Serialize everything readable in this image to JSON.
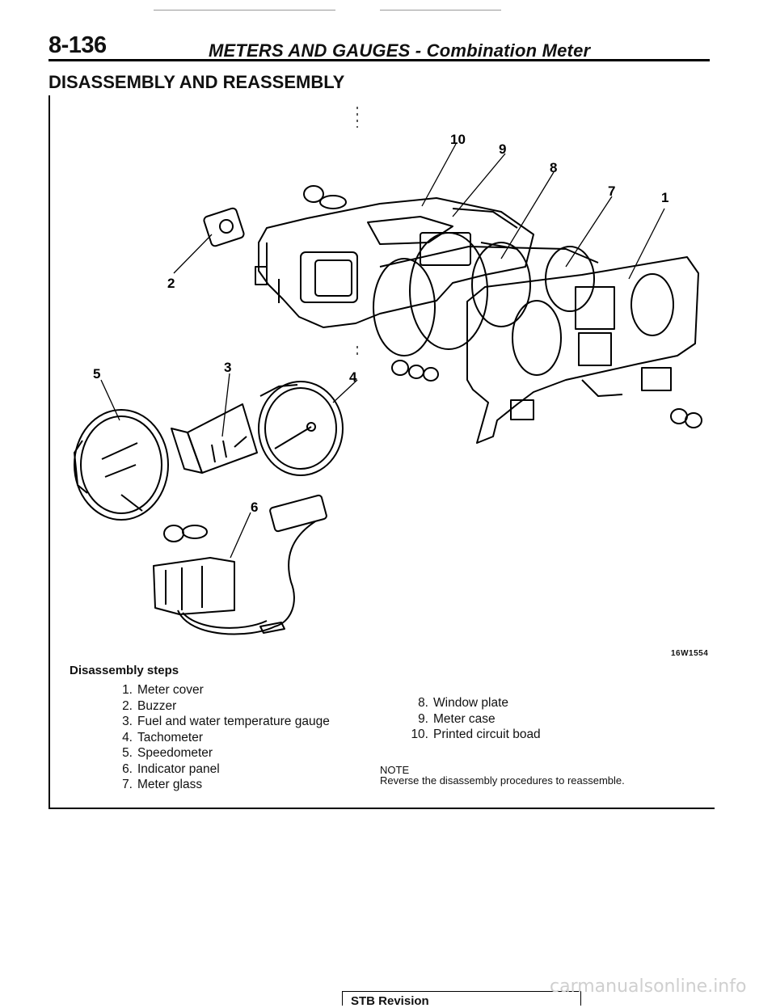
{
  "header": {
    "page_number": "8-136",
    "section_title": "METERS AND GAUGES - Combination Meter"
  },
  "main_heading": "DISASSEMBLY AND REASSEMBLY",
  "figure": {
    "code": "16W1554",
    "callouts": [
      "1",
      "2",
      "3",
      "4",
      "5",
      "6",
      "7",
      "8",
      "9",
      "10"
    ]
  },
  "steps_heading": "Disassembly steps",
  "steps": [
    {
      "num": "1.",
      "label": "Meter cover"
    },
    {
      "num": "2.",
      "label": "Buzzer"
    },
    {
      "num": "3.",
      "label": "Fuel and water temperature gauge"
    },
    {
      "num": "4.",
      "label": "Tachometer"
    },
    {
      "num": "5.",
      "label": "Speedometer"
    },
    {
      "num": "6.",
      "label": "Indicator panel"
    },
    {
      "num": "7.",
      "label": "Meter glass"
    },
    {
      "num": "8.",
      "label": "Window plate"
    },
    {
      "num": "9.",
      "label": "Meter case"
    },
    {
      "num": "10.",
      "label": "Printed circuit boad"
    }
  ],
  "note": {
    "label": "NOTE",
    "text": "Reverse the disassembly procedures to reassemble."
  },
  "footer": {
    "label": "STB Revision"
  },
  "watermark": "carmanualsonline.info"
}
